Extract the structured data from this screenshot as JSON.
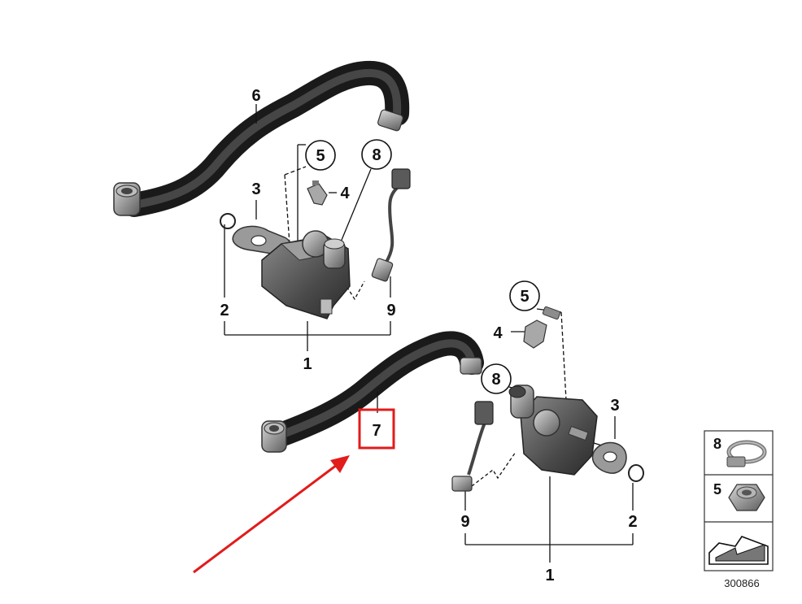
{
  "callouts": {
    "upper": {
      "hose": "6",
      "nut": "5",
      "bracket": "4",
      "gasket": "3",
      "clamp": "8",
      "seal": "2",
      "sensor": "9",
      "assembly": "1"
    },
    "lower": {
      "nut": "5",
      "bracket": "4",
      "clamp": "8",
      "gasket": "3",
      "hose": "7",
      "sensor": "9",
      "seal": "2",
      "assembly": "1"
    }
  },
  "legend": {
    "clamp": "8",
    "nut": "5"
  },
  "reference_number": "300866",
  "highlight_color": "#e21b1b",
  "part_color": "#3a3a3a",
  "icons": [
    "hose-clamp-icon",
    "hex-nut-icon",
    "wedge-arrow-icon"
  ]
}
